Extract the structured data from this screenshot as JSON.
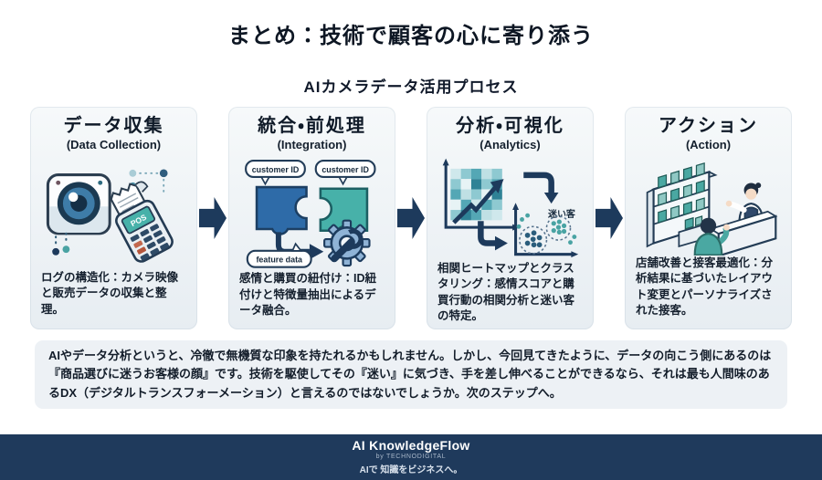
{
  "page": {
    "title": "まとめ：技術で顧客の心に寄り添う",
    "subtitle": "AIカメラデータ活用プロセス"
  },
  "steps": [
    {
      "title": "データ収集",
      "subtitle": "(Data Collection)",
      "description": "ログの構造化：カメラ映像と販売データの収集と整理。",
      "device_label": "POS"
    },
    {
      "title": "統合・前処理",
      "subtitle": "(Integration)",
      "description": "感情と購買の紐付け：ID紐付けと特徴量抽出によるデータ融合。",
      "label_left": "customer ID",
      "label_right": "customer ID",
      "label_feature": "feature data"
    },
    {
      "title": "分析・可視化",
      "subtitle": "(Analytics)",
      "description": "相関ヒートマップとクラスタリング：感情スコアと購買行動の相関分析と迷い客の特定。",
      "annotation": "迷い客"
    },
    {
      "title": "アクション",
      "subtitle": "(Action)",
      "description": "店舗改善と接客最適化：分析結果に基づいたレイアウト変更とパーソナライズされた接客。"
    }
  ],
  "summary": {
    "text": "AIやデータ分析というと、冷徹で無機質な印象を持たれるかもしれません。しかし、今回見てきたように、データの向こう側にあるのは『商品選びに迷うお客様の顔』です。技術を駆使してその『迷い』に気づき、手を差し伸べることができるなら、それは最も人間味のあるDX（デジタルトランスフォーメーション）と言えるのではないでしょうか。次のステップへ。"
  },
  "footer": {
    "brand": "AI KnowledgeFlow",
    "byline": "by TECHNODIGITAL",
    "tagline": "AIで 知識をビジネスへ。"
  },
  "colors": {
    "navy_arrow": "#1d3a5c",
    "footer_bg": "#1f3a5c",
    "accent_blue": "#2e6ba8",
    "accent_teal": "#47b1a9",
    "card_bg": "#eaf0f4",
    "summary_bg": "#edf1f5"
  }
}
